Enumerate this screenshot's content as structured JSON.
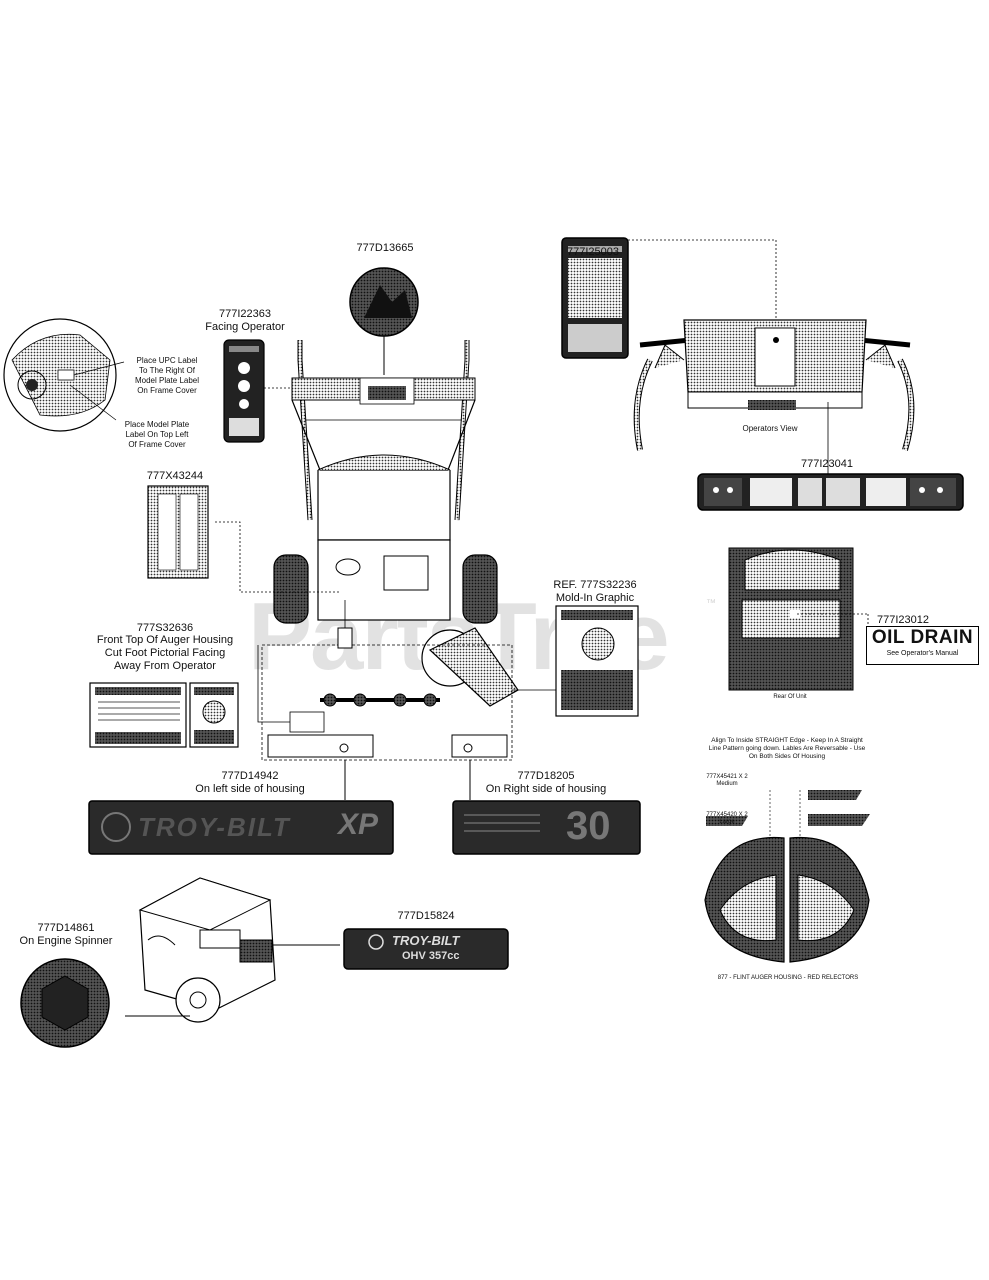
{
  "watermark": {
    "text": "PartsTree",
    "tm": "™"
  },
  "parts": {
    "p_13665": "777D13665",
    "p_22363": "777I22363",
    "p_22363_note": "Facing Operator",
    "p_25003": "777I25003",
    "p_43244": "777X43244",
    "p_32636": "777S32636",
    "p_32636_note": [
      "Front Top Of Auger Housing",
      "Cut Foot Pictorial Facing",
      "Away From Operator"
    ],
    "p_32236": "REF. 777S32236",
    "p_32236_note": "Mold-In Graphic",
    "p_23041": "777I23041",
    "p_23012": "777I23012",
    "p_14942": "777D14942",
    "p_14942_note": "On left side of housing",
    "p_18205": "777D18205",
    "p_18205_note": "On Right side of housing",
    "p_14861": "777D14861",
    "p_14861_note": "On Engine Spinner",
    "p_15824": "777D15824"
  },
  "notes": {
    "upc": [
      "Place UPC Label",
      "To The Right Of",
      "Model Plate Label",
      "On Frame Cover"
    ],
    "model_plate": [
      "Place Model Plate",
      "Label On Top Left",
      "Of Frame Cover"
    ],
    "operators_view": "Operators View",
    "rear_of_unit": "Rear Of Unit",
    "align": [
      "Align To Inside STRAIGHT Edge - Keep In A Straight",
      "Line Pattern going down. Lables Are Reversable - Use",
      "On Both Sides Of Housing"
    ],
    "medium": [
      "777X45421 X 2",
      "Medium"
    ],
    "large": [
      "777X45420 X 2",
      "Large"
    ],
    "flint": "877 - FLINT AUGER HOUSING - RED RELECTORS",
    "see_owner": "See Operator's Manual"
  },
  "decals": {
    "oil_drain": "OIL DRAIN",
    "troy_bilt_side": "TROY-BILT",
    "xp": "XP",
    "thirty": "30",
    "troy_bilt_engine": "TROY-BILT",
    "ohv": "OHV 357cc"
  }
}
